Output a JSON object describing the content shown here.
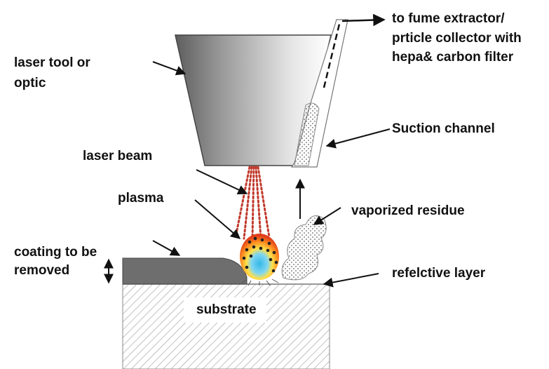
{
  "labels": {
    "laser_tool_line1": "laser tool or",
    "laser_tool_line2": "optic",
    "fume_line1": "to fume extractor/",
    "fume_line2": "prticle collector with",
    "fume_line3": "hepa& carbon filter",
    "suction_channel": "Suction channel",
    "laser_beam": "laser beam",
    "plasma": "plasma",
    "vaporized_residue": "vaporized residue",
    "coating_line1": "coating to be",
    "coating_line2": "removed",
    "reflective_layer": "refelctive layer",
    "substrate": "substrate"
  },
  "colors": {
    "text": "#111111",
    "optic_dark": "#6a6a6a",
    "optic_light": "#f2f2f2",
    "beam": "#c0392b",
    "coating": "#6d6d6d",
    "substrate_hatch": "#8a8a8a"
  },
  "icons": [
    "arrow-icon",
    "double-arrow-icon"
  ]
}
